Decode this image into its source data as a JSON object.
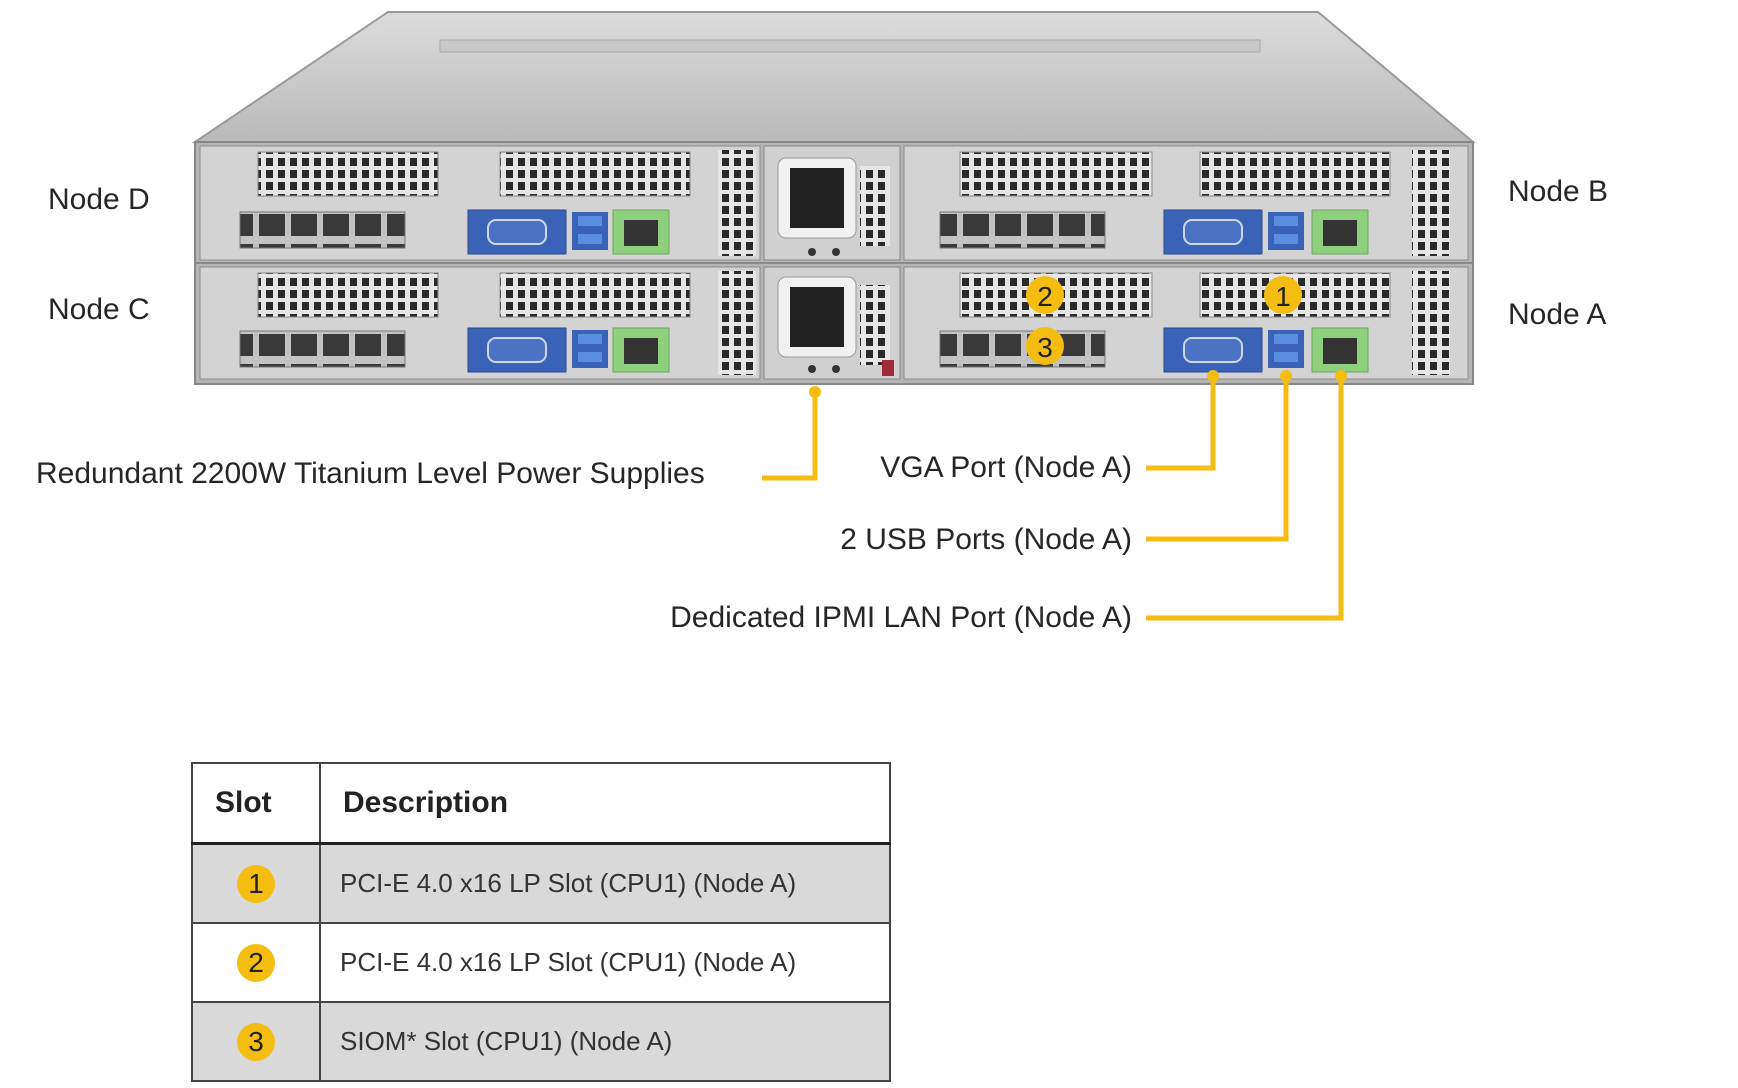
{
  "nodes": {
    "d": "Node D",
    "c": "Node C",
    "b": "Node B",
    "a": "Node A"
  },
  "badges": {
    "b1": "1",
    "b2": "2",
    "b3": "3"
  },
  "callouts": {
    "power": "Redundant  2200W Titanium  Level  Power  Supplies",
    "vga": "VGA Port (Node A)",
    "usb": "2 USB Ports (Node A)",
    "ipmi": "Dedicated IPMI  LAN Port (Node A)"
  },
  "colors": {
    "callout": "#f5bd12",
    "vga": "#3a63b8",
    "lan": "#8fd07f",
    "chassis": "#c9c9c9"
  },
  "table": {
    "headers": [
      "Slot",
      "Description"
    ],
    "rows": [
      {
        "slot": "1",
        "description": "PCI-E  4.0 x16  LP  Slot  (CPU1)  (Node  A)"
      },
      {
        "slot": "2",
        "description": "PCI-E  4.0 x16  LP  Slot  (CPU1)  (Node  A)"
      },
      {
        "slot": "3",
        "description": "SIOM*  Slot  (CPU1)  (Node  A)"
      }
    ]
  }
}
